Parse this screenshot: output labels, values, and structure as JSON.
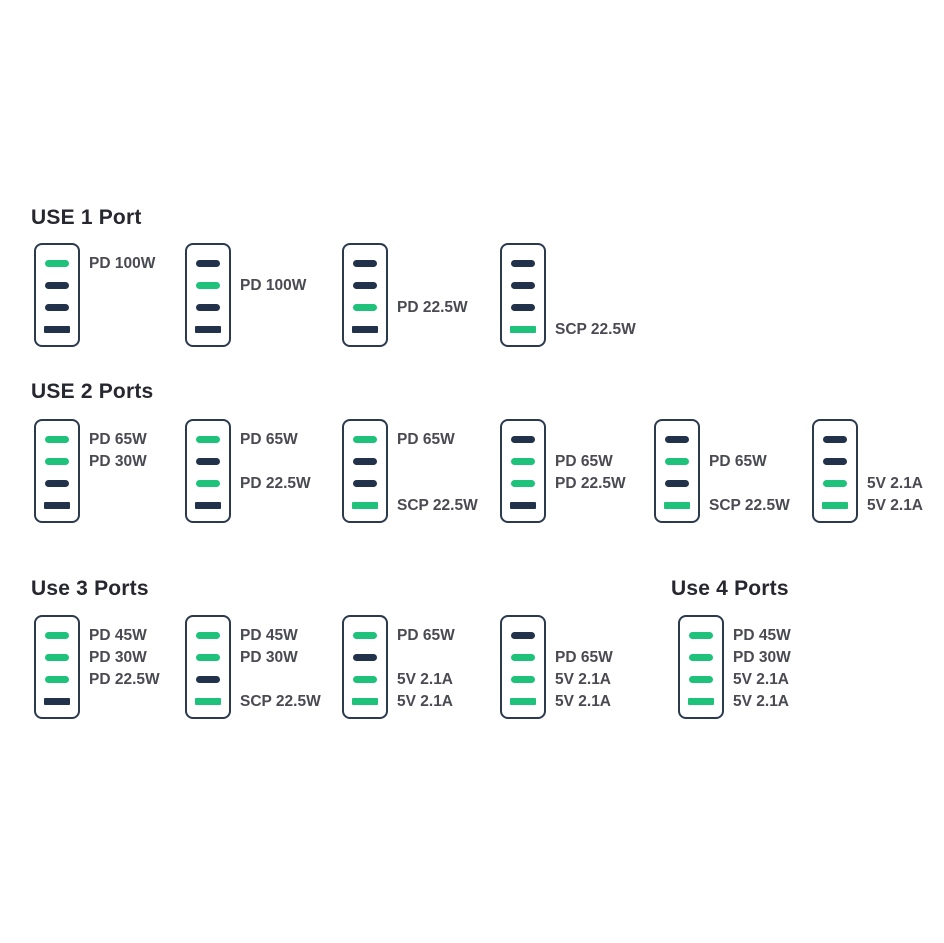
{
  "colors": {
    "active": "#1ec27a",
    "inactive": "#22324a",
    "outline": "#2b3a4d"
  },
  "groups": [
    {
      "heading": "USE 1 Port",
      "chargers": [
        {
          "ports": [
            "on",
            "off",
            "off",
            "off"
          ],
          "labels": [
            {
              "text": "PD 100W",
              "port": 0
            }
          ]
        },
        {
          "ports": [
            "off",
            "on",
            "off",
            "off"
          ],
          "labels": [
            {
              "text": "PD 100W",
              "port": 1
            }
          ]
        },
        {
          "ports": [
            "off",
            "off",
            "on",
            "off"
          ],
          "labels": [
            {
              "text": "PD 22.5W",
              "port": 2
            }
          ]
        },
        {
          "ports": [
            "off",
            "off",
            "off",
            "on"
          ],
          "labels": [
            {
              "text": "SCP 22.5W",
              "port": 3
            }
          ]
        }
      ]
    },
    {
      "heading": "USE 2 Ports",
      "chargers": [
        {
          "ports": [
            "on",
            "on",
            "off",
            "off"
          ],
          "labels": [
            {
              "text": "PD 65W",
              "port": 0
            },
            {
              "text": "PD 30W",
              "port": 1
            }
          ]
        },
        {
          "ports": [
            "on",
            "off",
            "on",
            "off"
          ],
          "labels": [
            {
              "text": "PD 65W",
              "port": 0
            },
            {
              "text": "PD 22.5W",
              "port": 2
            }
          ]
        },
        {
          "ports": [
            "on",
            "off",
            "off",
            "on"
          ],
          "labels": [
            {
              "text": "PD 65W",
              "port": 0
            },
            {
              "text": "SCP 22.5W",
              "port": 3
            }
          ]
        },
        {
          "ports": [
            "off",
            "on",
            "on",
            "off"
          ],
          "labels": [
            {
              "text": "PD 65W",
              "port": 1
            },
            {
              "text": "PD 22.5W",
              "port": 2
            }
          ]
        },
        {
          "ports": [
            "off",
            "on",
            "off",
            "on"
          ],
          "labels": [
            {
              "text": "PD 65W",
              "port": 1
            },
            {
              "text": "SCP 22.5W",
              "port": 3
            }
          ]
        },
        {
          "ports": [
            "off",
            "off",
            "on",
            "on"
          ],
          "labels": [
            {
              "text": "5V 2.1A",
              "port": 2
            },
            {
              "text": "5V 2.1A",
              "port": 3
            }
          ]
        }
      ]
    },
    {
      "heading": "Use 3 Ports",
      "chargers": [
        {
          "ports": [
            "on",
            "on",
            "on",
            "off"
          ],
          "labels": [
            {
              "text": "PD 45W",
              "port": 0
            },
            {
              "text": "PD 30W",
              "port": 1
            },
            {
              "text": "PD 22.5W",
              "port": 2
            }
          ]
        },
        {
          "ports": [
            "on",
            "on",
            "off",
            "on"
          ],
          "labels": [
            {
              "text": "PD 45W",
              "port": 0
            },
            {
              "text": "PD 30W",
              "port": 1
            },
            {
              "text": "SCP 22.5W",
              "port": 3
            }
          ]
        },
        {
          "ports": [
            "on",
            "off",
            "on",
            "on"
          ],
          "labels": [
            {
              "text": "PD 65W",
              "port": 0
            },
            {
              "text": "5V 2.1A",
              "port": 2
            },
            {
              "text": "5V 2.1A",
              "port": 3
            }
          ]
        },
        {
          "ports": [
            "off",
            "on",
            "on",
            "on"
          ],
          "labels": [
            {
              "text": "PD 65W",
              "port": 1
            },
            {
              "text": "5V 2.1A",
              "port": 2
            },
            {
              "text": "5V 2.1A",
              "port": 3
            }
          ]
        }
      ]
    },
    {
      "heading": "Use 4 Ports",
      "chargers": [
        {
          "ports": [
            "on",
            "on",
            "on",
            "on"
          ],
          "labels": [
            {
              "text": "PD 45W",
              "port": 0
            },
            {
              "text": "PD 30W",
              "port": 1
            },
            {
              "text": "5V 2.1A",
              "port": 2
            },
            {
              "text": "5V 2.1A",
              "port": 3
            }
          ]
        }
      ]
    }
  ]
}
